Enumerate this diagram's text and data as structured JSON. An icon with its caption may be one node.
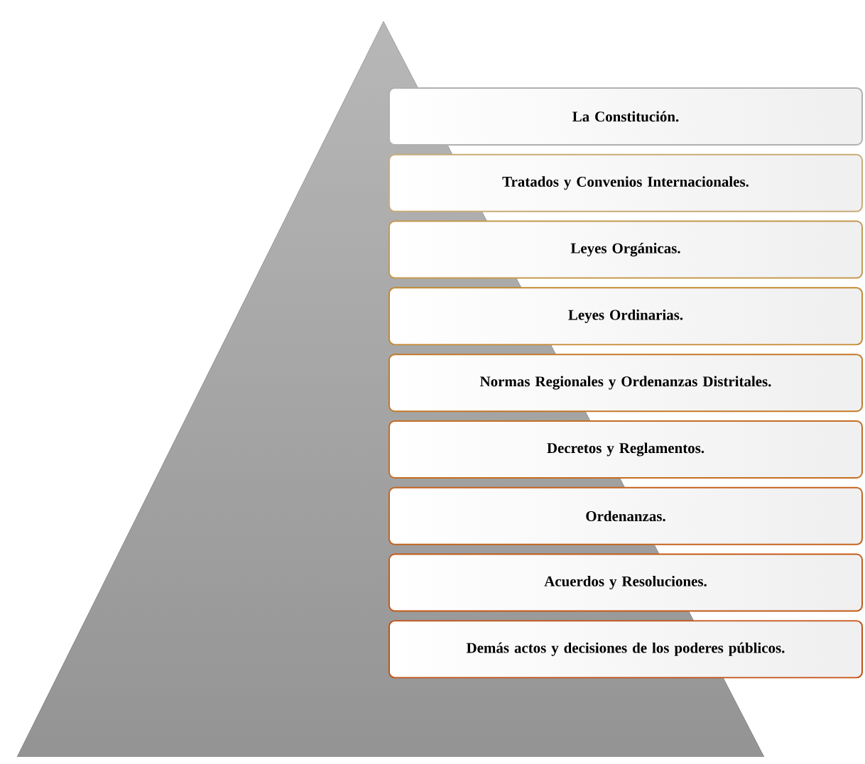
{
  "diagram": {
    "nodes": [
      {
        "text": [
          "La Constitución."
        ]
      },
      {
        "text": [
          "Tratados y Convenios Internacionales."
        ]
      },
      {
        "text": [
          "Leyes Orgánicas."
        ]
      },
      {
        "text": [
          "Leyes Ordinarias."
        ]
      },
      {
        "text": [
          "Normas Regionales y Ordenanzas Distritales."
        ]
      },
      {
        "text": [
          "Decretos y Reglamentos."
        ]
      },
      {
        "text": [
          "Ordenanzas."
        ]
      },
      {
        "text": [
          "Acuerdos y Resoluciones."
        ]
      },
      {
        "text": [
          "Demás actos y decisiones de los poderes públicos."
        ]
      }
    ]
  }
}
